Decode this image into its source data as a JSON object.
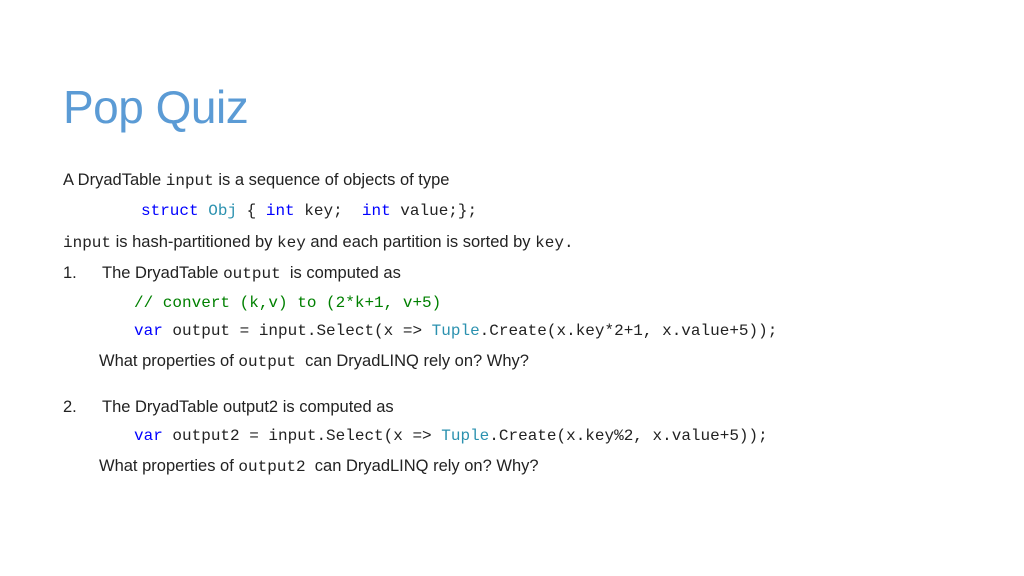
{
  "slide": {
    "title": "Pop Quiz",
    "intro": {
      "text1": "A DryadTable ",
      "code_input": "input",
      "text2": " is a sequence of objects of type"
    },
    "struct_line": {
      "kw_struct": "struct",
      "type_obj": "Obj",
      "part1": " { ",
      "kw_int1": "int",
      "part2": " key;  ",
      "kw_int2": "int",
      "part3": " value;};"
    },
    "partition_line": {
      "code_input": "input",
      "text1": " is hash-partitioned by ",
      "code_key1": "key",
      "text2": " and each partition is sorted by ",
      "code_key2": "key."
    },
    "q1": {
      "number": "1.",
      "text1": "The DryadTable ",
      "code_output": "output",
      "text2": "  is computed as",
      "comment": "// convert (k,v) to (2*k+1, v+5)",
      "kw_var": "var",
      "code_a": " output = input.Select(x => ",
      "type_tuple": "Tuple",
      "code_b": ".Create(x.key*2+1, x.value+5));",
      "question1": "What properties of ",
      "question_code": "output",
      "question2": "  can DryadLINQ rely on? Why?"
    },
    "q2": {
      "number": "2.",
      "text": "The DryadTable output2 is computed as",
      "kw_var": "var",
      "code_a": " output2 = input.Select(x => ",
      "type_tuple": "Tuple",
      "code_b": ".Create(x.key%2, x.value+5));",
      "question1": "What properties of ",
      "question_code": "output2",
      "question2": "  can DryadLINQ rely on? Why?"
    }
  }
}
